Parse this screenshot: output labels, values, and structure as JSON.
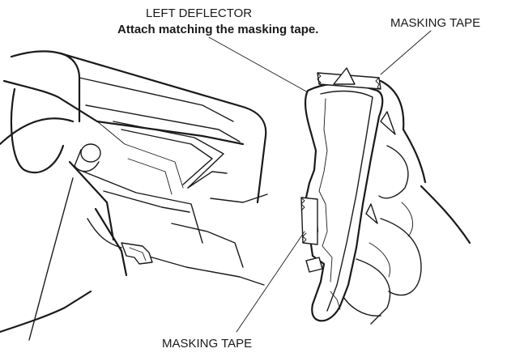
{
  "labels": {
    "left_deflector": "LEFT DEFLECTOR",
    "instruction": "Attach matching the masking tape.",
    "masking_tape_top": "MASKING TAPE",
    "masking_tape_bottom": "MASKING TAPE"
  },
  "colors": {
    "line": "#1a1a1a",
    "background": "#ffffff"
  }
}
